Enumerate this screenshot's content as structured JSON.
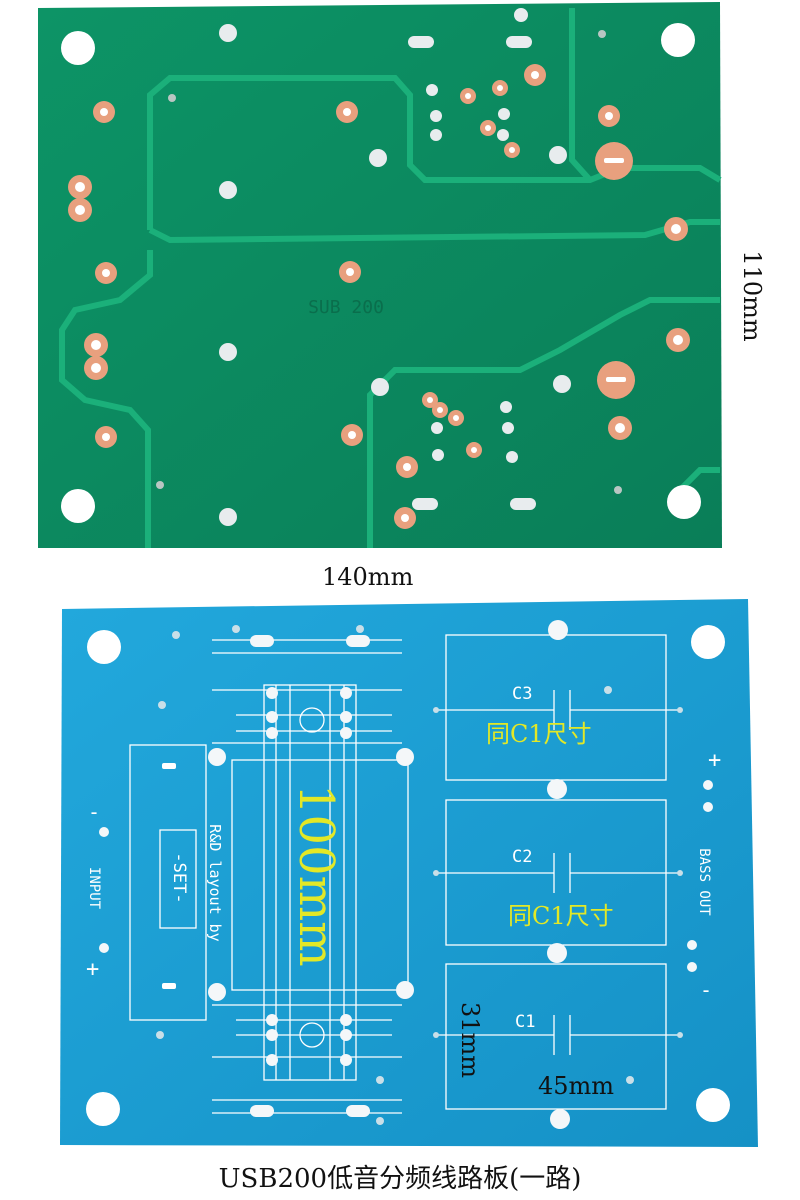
{
  "top_board": {
    "silkscreen": "SUB 200",
    "height_label": "110mm",
    "width_label": "140mm",
    "colors": {
      "board": "#0f8a62",
      "trace": "#17a572",
      "pad": "#e8a07e"
    }
  },
  "bottom_board": {
    "dimension_large": "100mm",
    "caps": [
      {
        "ref": "C3",
        "note": "同C1尺寸"
      },
      {
        "ref": "C2",
        "note": "同C1尺寸"
      },
      {
        "ref": "C1",
        "note": ""
      }
    ],
    "cap_height_label": "31mm",
    "cap_width_label": "45mm",
    "input_label": "INPUT",
    "bass_out_label": "BASS OUT",
    "set_label": "-SET-",
    "layout_label": "R&D layout by",
    "plus": "+",
    "minus": "-",
    "colors": {
      "board": "#1ba0d6",
      "silk": "#ffffff",
      "dimension_text": "#e3e826"
    }
  },
  "caption": "USB200低音分频线路板(一路)"
}
